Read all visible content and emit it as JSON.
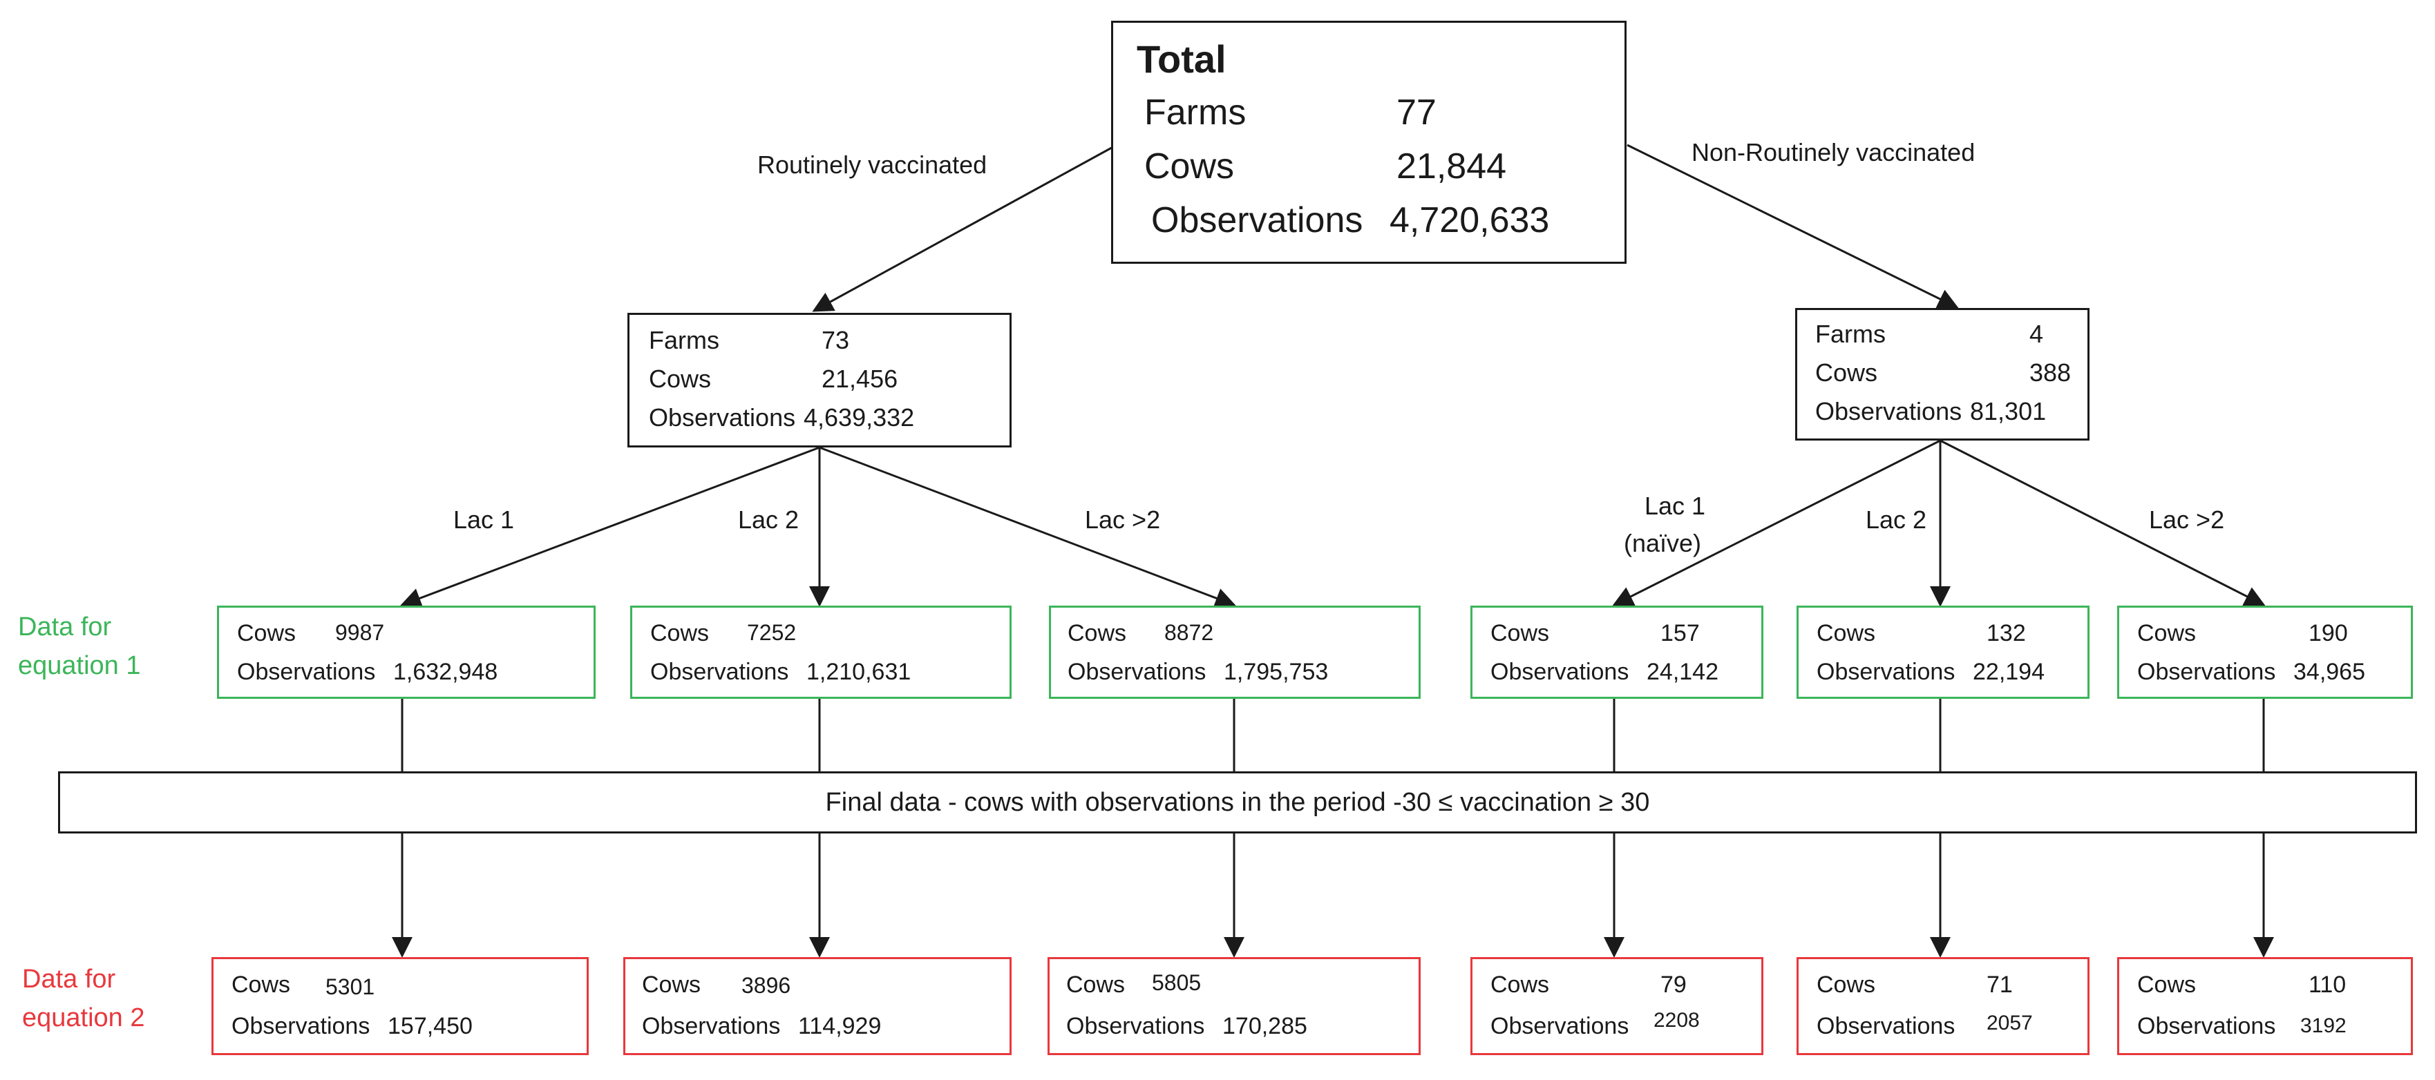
{
  "colors": {
    "stroke": "#1a1a1a",
    "green": "#3cb55a",
    "red": "#e8383d"
  },
  "total": {
    "title": "Total",
    "farms_label": "Farms",
    "farms_value": "77",
    "cows_label": "Cows",
    "cows_value": "21,844",
    "observations_label": "Observations",
    "observations_value": "4,720,633"
  },
  "branch_labels": {
    "routine": "Routinely vaccinated",
    "nonroutine": "Non-Routinely vaccinated"
  },
  "routine": {
    "farms_label": "Farms",
    "farms_value": "73",
    "cows_label": "Cows",
    "cows_value": "21,456",
    "observations_label": "Observations",
    "observations_value": "4,639,332"
  },
  "nonroutine": {
    "farms_label": "Farms",
    "farms_value": "4",
    "cows_label": "Cows",
    "cows_value": "388",
    "observations_label": "Observations",
    "observations_value": "81,301"
  },
  "lac_labels": {
    "r1": "Lac 1",
    "r2": "Lac 2",
    "r3": "Lac >2",
    "n1_line1": "Lac 1",
    "n1_line2": "(naïve)",
    "n2": "Lac 2",
    "n3": "Lac >2"
  },
  "side_labels": {
    "eq1_line1": "Data for",
    "eq1_line2": "equation 1",
    "eq2_line1": "Data for",
    "eq2_line2": "equation 2"
  },
  "final_bar": "Final data - cows with observations in the period -30 ≤ vaccination ≥ 30",
  "eq1": [
    {
      "cows_label": "Cows",
      "cows_value": "9987",
      "obs_label": "Observations",
      "obs_value": "1,632,948"
    },
    {
      "cows_label": "Cows",
      "cows_value": "7252",
      "obs_label": "Observations",
      "obs_value": "1,210,631"
    },
    {
      "cows_label": "Cows",
      "cows_value": "8872",
      "obs_label": "Observations",
      "obs_value": "1,795,753"
    },
    {
      "cows_label": "Cows",
      "cows_value": "157",
      "obs_label": "Observations",
      "obs_value": "24,142"
    },
    {
      "cows_label": "Cows",
      "cows_value": "132",
      "obs_label": "Observations",
      "obs_value": "22,194"
    },
    {
      "cows_label": "Cows",
      "cows_value": "190",
      "obs_label": "Observations",
      "obs_value": "34,965"
    }
  ],
  "eq2": [
    {
      "cows_label": "Cows",
      "cows_value": "5301",
      "obs_label": "Observations",
      "obs_value": "157,450"
    },
    {
      "cows_label": "Cows",
      "cows_value": "3896",
      "obs_label": "Observations",
      "obs_value": "114,929"
    },
    {
      "cows_label": "Cows",
      "cows_value": "5805",
      "obs_label": "Observations",
      "obs_value": "170,285"
    },
    {
      "cows_label": "Cows",
      "cows_value": "79",
      "obs_label": "Observations",
      "obs_value": "2208"
    },
    {
      "cows_label": "Cows",
      "cows_value": "71",
      "obs_label": "Observations",
      "obs_value": "2057"
    },
    {
      "cows_label": "Cows",
      "cows_value": "110",
      "obs_label": "Observations",
      "obs_value": "3192"
    }
  ]
}
